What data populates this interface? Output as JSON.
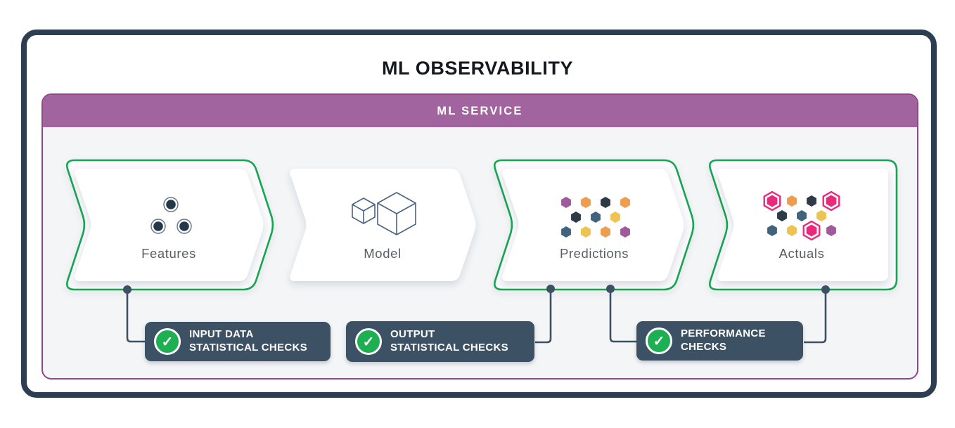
{
  "title": "ML OBSERVABILITY",
  "service": {
    "label": "ML SERVICE"
  },
  "pipeline": {
    "stages": [
      {
        "label": "Features",
        "icon": "scatter-dots-icon",
        "outlined_green": true
      },
      {
        "label": "Model",
        "icon": "cubes-icon",
        "outlined_green": false
      },
      {
        "label": "Predictions",
        "icon": "hex-grid-icon",
        "outlined_green": true
      },
      {
        "label": "Actuals",
        "icon": "hex-grid-highlight-icon",
        "outlined_green": true
      }
    ]
  },
  "checks": [
    {
      "line1": "INPUT DATA",
      "line2": "STATISTICAL CHECKS",
      "icon": "check-circle-icon",
      "connects_to": [
        "Features"
      ]
    },
    {
      "line1": "OUTPUT",
      "line2": "STATISTICAL CHECKS",
      "icon": "check-circle-icon",
      "connects_to": [
        "Predictions"
      ]
    },
    {
      "line1": "PERFORMANCE",
      "line2": "CHECKS",
      "icon": "check-circle-icon",
      "connects_to": [
        "Predictions",
        "Actuals"
      ]
    }
  ],
  "glyphs": {
    "check": "✓"
  },
  "icons": {
    "predictions_grid": {
      "rows": [
        [
          "purple",
          "orange",
          "dark",
          "orange"
        ],
        [
          "dark",
          "slate",
          "yellow"
        ],
        [
          "slate",
          "yellow",
          "orange",
          "purple"
        ]
      ]
    },
    "actuals_grid": {
      "rows": [
        [
          "pink-ringed",
          "orange",
          "dark",
          "pink-ringed"
        ],
        [
          "dark",
          "slate",
          "yellow"
        ],
        [
          "slate",
          "yellow",
          "pink-ringed",
          "purple"
        ]
      ]
    }
  },
  "palette": {
    "purple": "#A05A9B",
    "orange": "#EE9C4D",
    "dark": "#2E3A46",
    "slate": "#41637E",
    "yellow": "#EFC351",
    "pink": "#E92A7C"
  },
  "colors": {
    "frame_border": "#2E3E52",
    "title_text": "#15191F",
    "panel_border": "#92458B",
    "panel_header_bg": "#A2649E",
    "panel_bg": "#F4F5F7",
    "stage_outline_green": "#12A551",
    "card_white": "#FFFFFF",
    "stage_label": "#5A5E64",
    "badge_bg": "#3C5164",
    "check_green": "#1DAF52",
    "connector": "#3C5164",
    "icon_stroke": "#4A6480"
  }
}
